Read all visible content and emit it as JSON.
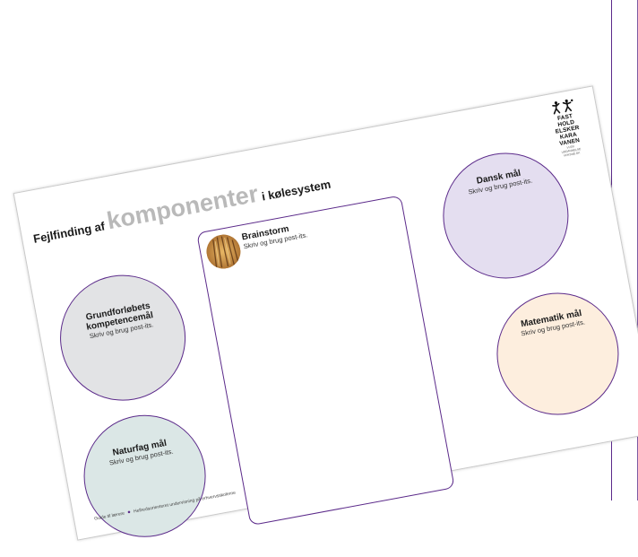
{
  "colors": {
    "accent": "#5b2a8a",
    "grund_fill": "#e2e3e5",
    "natur_fill": "#dbe7e6",
    "dansk_fill": "#e4def0",
    "mat_fill": "#fdeede"
  },
  "sheet": {
    "title_prefix": "Fejlfinding af",
    "title_highlight": "komponenter",
    "title_suffix": "i kølesystem",
    "logo": {
      "icon": "running-figures-icon",
      "lines": [
        "FAST",
        "HOLD",
        "ELSKER",
        "KARA",
        "VANEN"
      ],
      "small_lines": [
        "VI ER",
        "UDDANNELSE",
        "VOKSNE.DK"
      ]
    },
    "brainstorm": {
      "title": "Brainstorm",
      "subtitle": "Skriv og brug post-its."
    },
    "circles": {
      "grund": {
        "title": "Grundforløbets kompetencemål",
        "subtitle": "Skriv og brug post-its."
      },
      "natur": {
        "title": "Naturfag mål",
        "subtitle": "Skriv og brug post-its."
      },
      "dansk": {
        "title": "Dansk mål",
        "subtitle": "Skriv og brug post-its."
      },
      "mat": {
        "title": "Matematik mål",
        "subtitle": "Skriv og brug post-its."
      }
    },
    "footer": {
      "left": "Guide til lærere",
      "right": "Helhedsorienteret undervisning på erhvervsskolerne"
    }
  }
}
